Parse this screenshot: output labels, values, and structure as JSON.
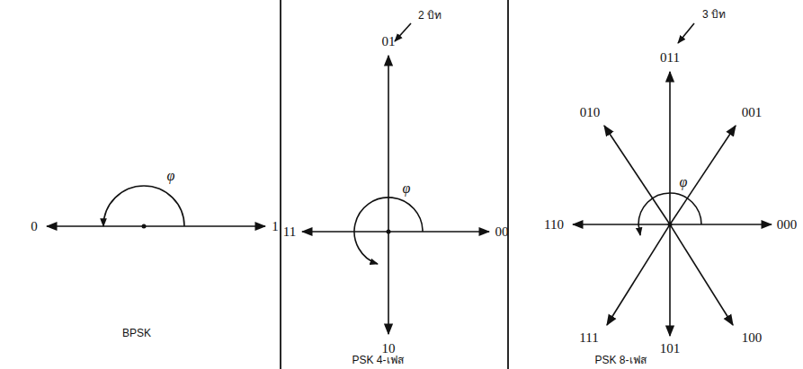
{
  "diagram": {
    "labels": [
      "0",
      "1",
      "φ",
      "BPSK",
      "2 บิท",
      "01",
      "11",
      "00",
      "10",
      "φ",
      "PSK 4-เฟส",
      "3 บิท",
      "011",
      "010",
      "001",
      "110",
      "000",
      "111",
      "100",
      "101",
      "φ",
      "PSK 8-เฟส"
    ]
  }
}
